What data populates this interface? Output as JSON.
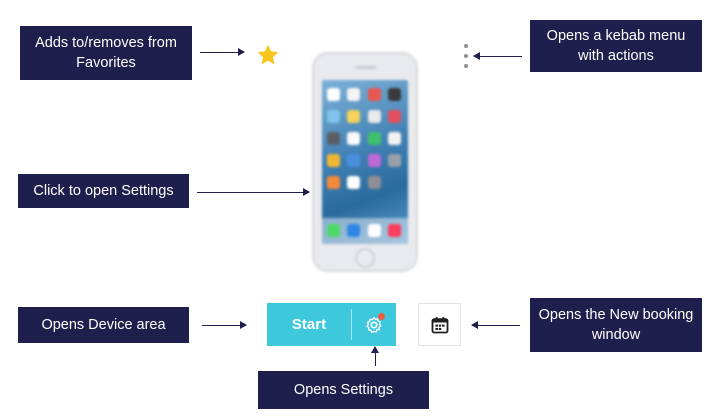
{
  "callouts": {
    "favorites": "Adds to/removes from Favorites",
    "kebab": "Opens a kebab menu with actions",
    "settings_open": "Click to open Settings",
    "device_area": "Opens Device area",
    "new_booking": "Opens the New booking window",
    "opens_settings": "Opens Settings"
  },
  "buttons": {
    "start_label": "Start"
  },
  "icons": {
    "favorite": "star-icon",
    "menu": "kebab-menu-icon",
    "settings": "settings-gear-icon",
    "booking": "calendar-icon",
    "device": "phone-thumbnail"
  },
  "colors": {
    "callout_bg": "#1f1f4d",
    "start_button": "#3ec8dc",
    "star": "#f7c51e",
    "notification_dot": "#ef5a3c"
  }
}
